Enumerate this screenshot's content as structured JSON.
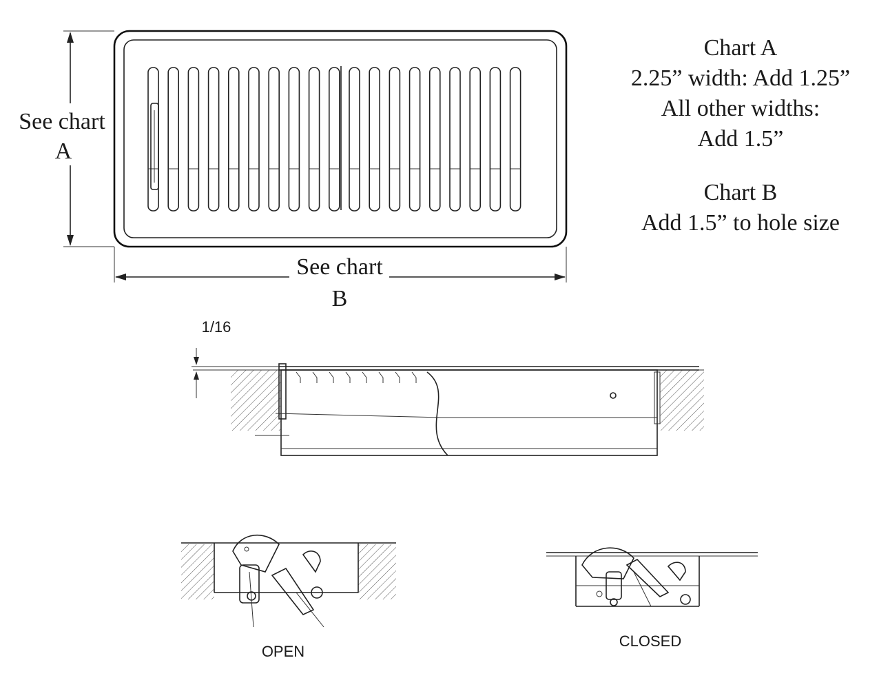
{
  "top_view": {
    "dimension_a_label_line1": "See chart",
    "dimension_a_label_line2": "A",
    "dimension_b_label_line1": "See chart",
    "dimension_b_label_line2": "B"
  },
  "notes": {
    "chart_a_title": "Chart A",
    "chart_a_line1": "2.25” width: Add 1.25”",
    "chart_a_line2": "All other widths:",
    "chart_a_line3": "Add 1.5”",
    "chart_b_title": "Chart B",
    "chart_b_line1": "Add 1.5” to hole size"
  },
  "side_view": {
    "clearance_label": "1/16"
  },
  "damper_views": {
    "open_label": "OPEN",
    "closed_label": "CLOSED"
  }
}
